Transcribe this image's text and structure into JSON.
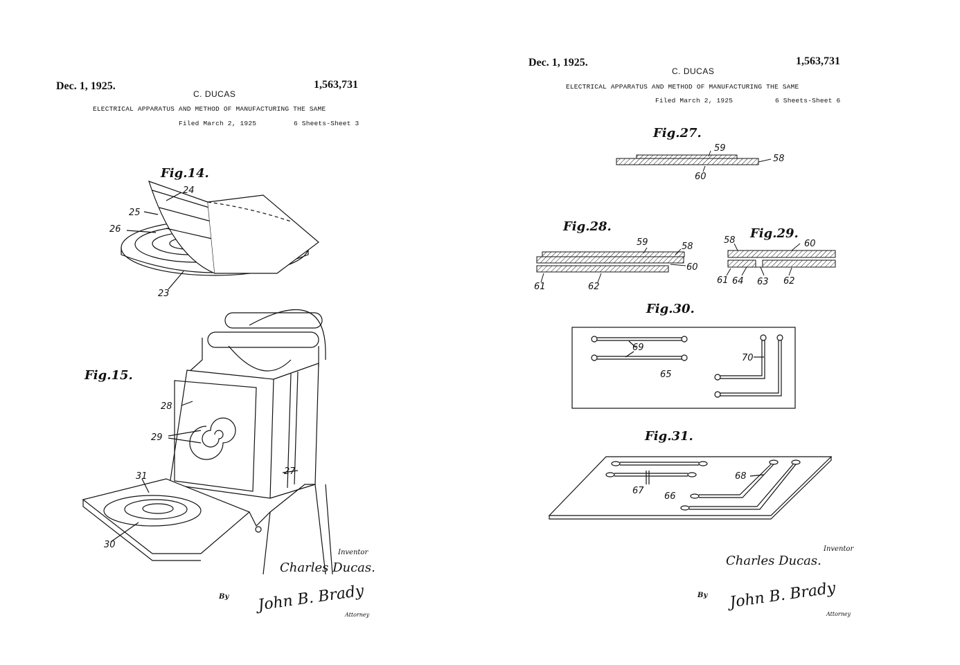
{
  "left": {
    "date": "Dec. 1, 1925.",
    "patent_number": "1,563,731",
    "inventor": "C. DUCAS",
    "title": "ELECTRICAL APPARATUS AND METHOD OF MANUFACTURING THE SAME",
    "filed": "Filed March 2, 1925",
    "sheets": "6 Sheets-Sheet 3",
    "figures": [
      "Fig.14.",
      "Fig.15."
    ],
    "labels": [
      "24",
      "25",
      "26",
      "23",
      "28",
      "29",
      "27",
      "31",
      "30"
    ],
    "inventor_caption": "Inventor",
    "signature": "Charles Ducas.",
    "by": "By",
    "attorney_signature": "John B. Brady",
    "attorney_caption": "Attorney"
  },
  "right": {
    "date": "Dec. 1, 1925.",
    "patent_number": "1,563,731",
    "inventor": "C. DUCAS",
    "title": "ELECTRICAL APPARATUS AND METHOD OF MANUFACTURING THE SAME",
    "filed": "Filed March 2, 1925",
    "sheets": "6 Sheets-Sheet 6",
    "figures": [
      "Fig.27.",
      "Fig.28.",
      "Fig.29.",
      "Fig.30.",
      "Fig.31."
    ],
    "labels": [
      "59",
      "58",
      "60",
      "59",
      "58",
      "60",
      "61",
      "62",
      "58",
      "60",
      "61",
      "64",
      "63",
      "62",
      "69",
      "70",
      "65",
      "68",
      "67",
      "66"
    ],
    "inventor_caption": "Inventor",
    "signature": "Charles Ducas.",
    "by": "By",
    "attorney_signature": "John B. Brady",
    "attorney_caption": "Attorney"
  }
}
